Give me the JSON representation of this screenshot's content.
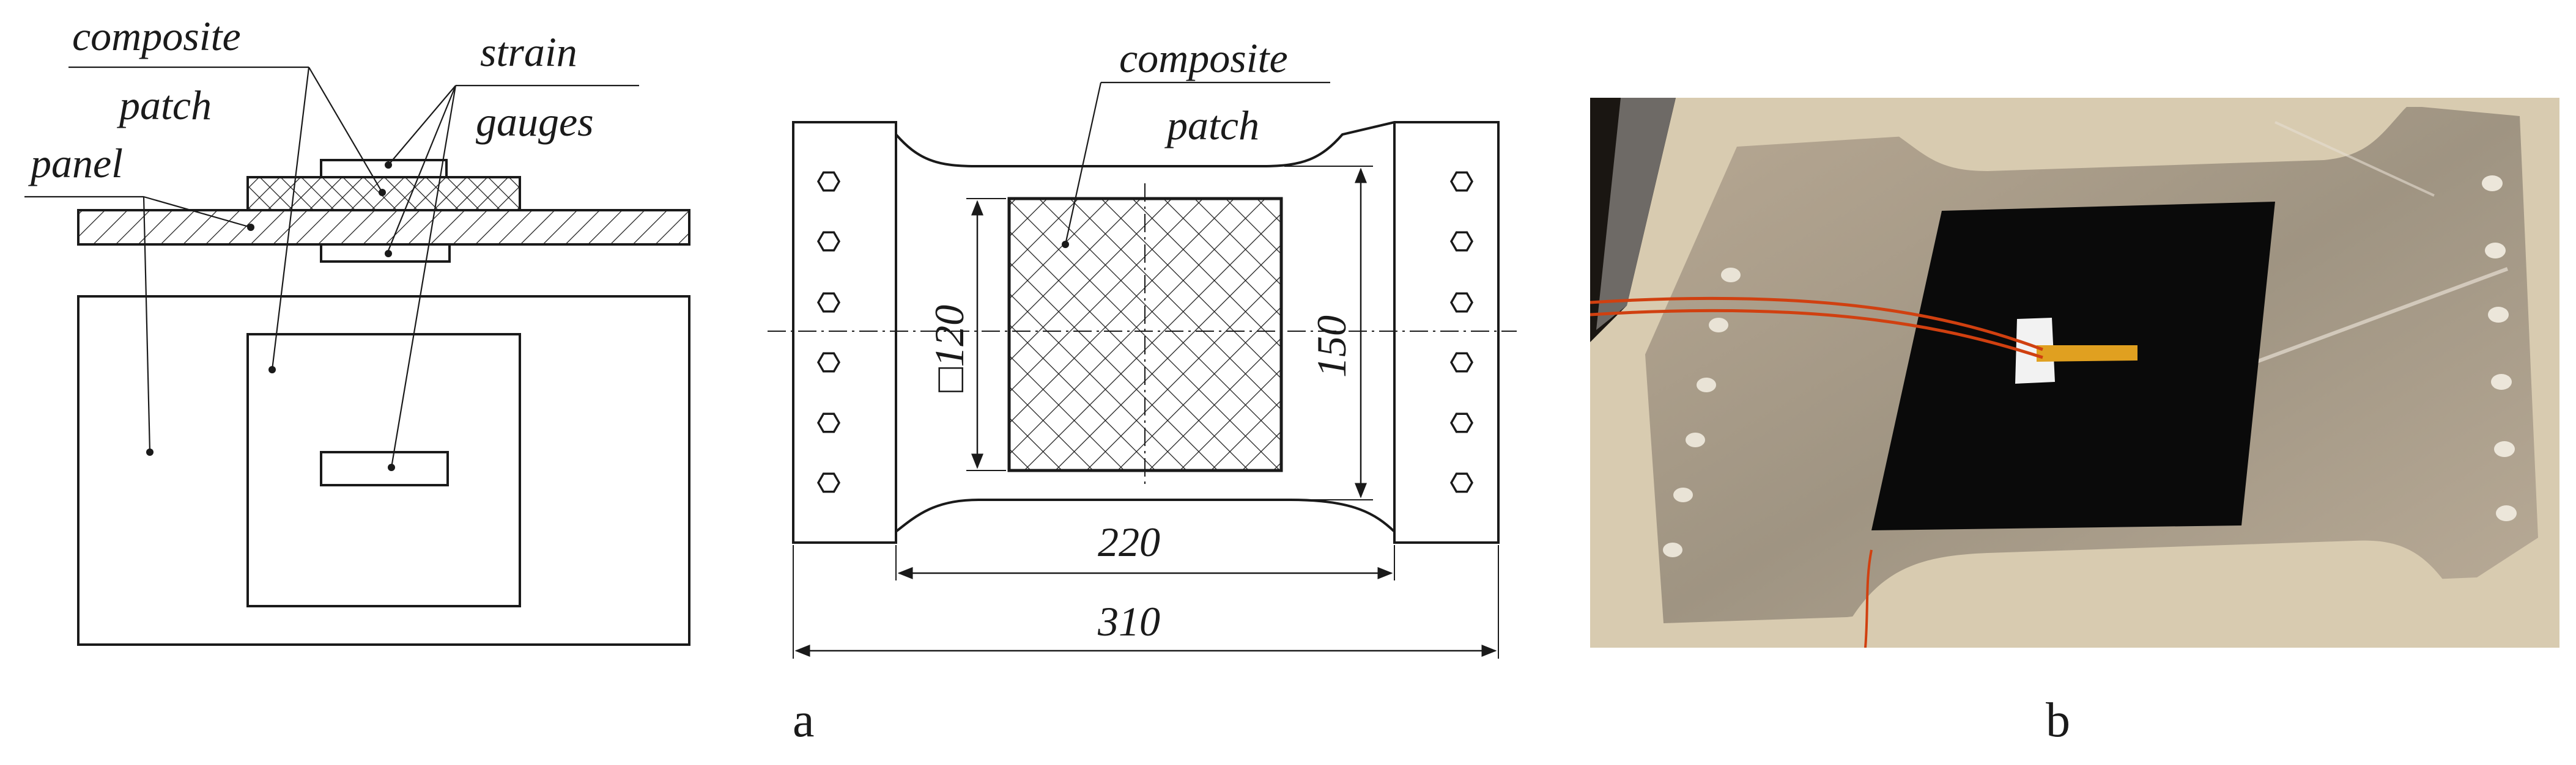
{
  "left_drawing": {
    "labels": {
      "composite": "composite",
      "patch": "patch",
      "panel": "panel",
      "strain": "strain",
      "gauges": "gauges"
    }
  },
  "middle_drawing": {
    "labels": {
      "composite": "composite",
      "patch": "patch"
    },
    "dimensions": {
      "patch_side": "□120",
      "narrow_width": "150",
      "gauge_length": "220",
      "overall_length": "310"
    }
  },
  "photo": {
    "description_icon": "specimen-photo",
    "colors": {
      "bench": "#d8cbb0",
      "plate": "#a89a88",
      "patch": "#0a0a0a",
      "gauge": "#e0a020",
      "wire": "#d04010"
    }
  },
  "captions": {
    "a": "a",
    "b": "b"
  }
}
